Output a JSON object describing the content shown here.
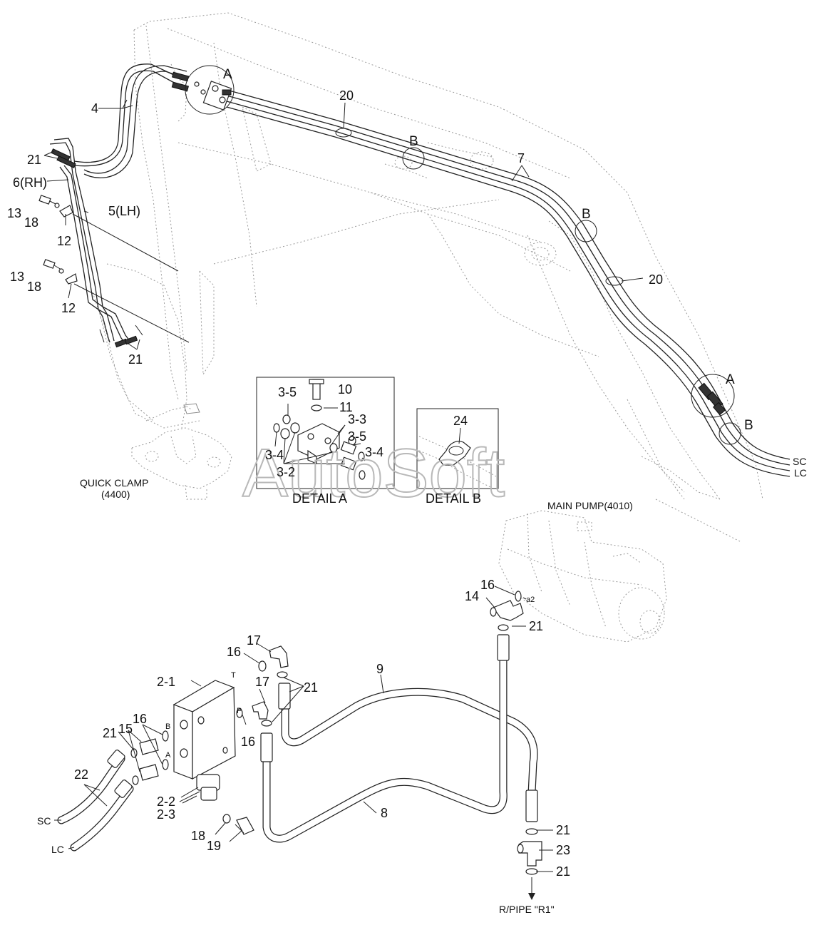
{
  "watermark": "AutoSoft",
  "details": {
    "a": {
      "title": "DETAIL A",
      "parts": [
        "3-5",
        "10",
        "11",
        "3-3",
        "3-5",
        "3-4",
        "3-4",
        "3-2"
      ]
    },
    "b": {
      "title": "DETAIL B",
      "parts": [
        "24"
      ]
    }
  },
  "references": {
    "quick_clamp_line1": "QUICK CLAMP",
    "quick_clamp_line2": "(4400)",
    "main_pump": "MAIN PUMP(4010)",
    "r_pipe": "R/PIPE \"R1\""
  },
  "callouts": {
    "detail_a_top": "A",
    "detail_a_right": "A",
    "detail_b_1": "B",
    "detail_b_2": "B",
    "detail_b_3": "B"
  },
  "upper_labels": {
    "p4": "4",
    "p20_top": "20",
    "p7": "7",
    "p20_right": "20",
    "p21_top": "21",
    "p6": "6(RH)",
    "p5": "5(LH)",
    "p13_a": "13",
    "p18_a": "18",
    "p12_a": "12",
    "p13_b": "13",
    "p18_b": "18",
    "p12_b": "12",
    "p21_low": "21",
    "sc_top": "SC",
    "lc_top": "LC"
  },
  "lower_labels": {
    "p16_pump": "16",
    "p14": "14",
    "a2": "a2",
    "p21_pump": "21",
    "p17_a": "17",
    "p16_a": "16",
    "port_t": "T",
    "p9": "9",
    "p21_mid": "21",
    "p17_b": "17",
    "p2_1": "2-1",
    "port_p": "P",
    "p16_b": "16",
    "p21_left": "21",
    "p15": "15",
    "p16_c": "16",
    "port_b": "B",
    "port_a": "A",
    "p22": "22",
    "p2_2": "2-2",
    "p2_3": "2-3",
    "p18": "18",
    "p19": "19",
    "p8": "8",
    "sc_bottom": "SC",
    "lc_bottom": "LC",
    "p21_r1": "21",
    "p23": "23",
    "p21_r2": "21"
  }
}
